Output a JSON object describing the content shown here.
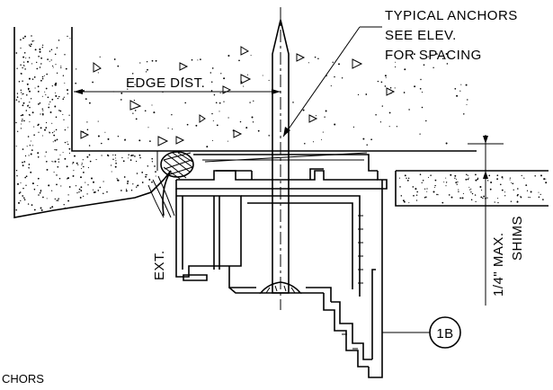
{
  "callouts": {
    "anchor_note_line1": "TYPICAL ANCHORS",
    "anchor_note_line2": "SEE ELEV.",
    "anchor_note_line3": "FOR SPACING",
    "edge_distance": "EDGE DIST.",
    "exterior": "EXT.",
    "shim_max": "1/4\" MAX.",
    "shims": "SHIMS",
    "detail_tag": "1B",
    "bottom_fragment": "CHORS"
  }
}
